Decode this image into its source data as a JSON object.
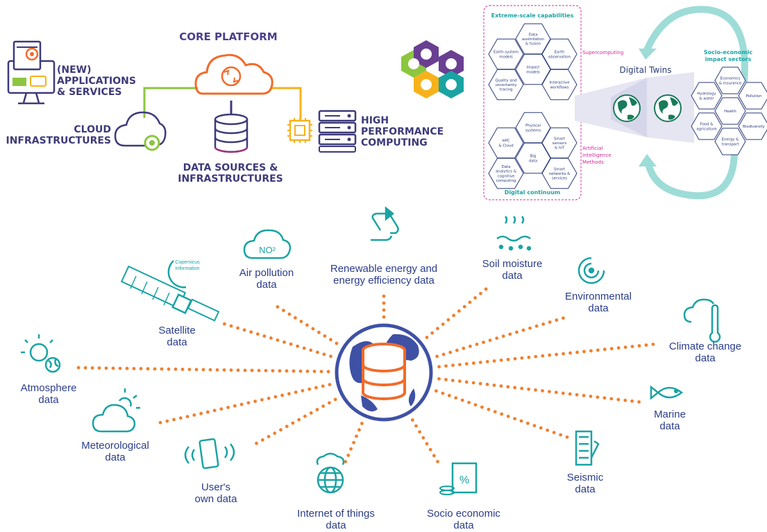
{
  "core_platform": {
    "title": "CORE PLATFORM",
    "apps_line1": "(NEW)",
    "apps_line2": "APPLICATIONS",
    "apps_line3": "& SERVICES",
    "cloud_line1": "CLOUD",
    "cloud_line2": "INFRASTRUCTURES",
    "data_line1": "DATA SOURCES &",
    "data_line2": "INFRASTRUCTURES",
    "hpc_line1": "HIGH",
    "hpc_line2": "PERFORMANCE",
    "hpc_line3": "COMPUTING"
  },
  "digital_twins": {
    "extreme_title": "Extreme-scale capabilities",
    "continuum_title": "Digital continuum",
    "supercomputing": "Supercomputing",
    "ai_line1": "Artificial",
    "ai_line2": "Intelligence",
    "ai_line3": "Methods",
    "center_title": "Digital Twins",
    "impact_line1": "Socio-economic",
    "impact_line2": "impact sectors",
    "extreme_hexes": [
      {
        "lines": [
          "Data",
          "assimilation",
          "& fusion"
        ]
      },
      {
        "lines": [
          "Earth-system",
          "models"
        ]
      },
      {
        "lines": [
          "Earth",
          "observation"
        ]
      },
      {
        "lines": [
          "Impact",
          "models"
        ]
      },
      {
        "lines": [
          "Quality and",
          "uncertainty",
          "tracing"
        ]
      },
      {
        "lines": [
          "Interactive",
          "workflows"
        ]
      }
    ],
    "continuum_hexes": [
      {
        "lines": [
          "Physical",
          "systems"
        ]
      },
      {
        "lines": [
          "HPC",
          "& Cloud"
        ]
      },
      {
        "lines": [
          "Smart",
          "sensors",
          "& IoT"
        ]
      },
      {
        "lines": [
          "Big",
          "data"
        ]
      },
      {
        "lines": [
          "Data",
          "analytics &",
          "cognitive",
          "computing"
        ]
      },
      {
        "lines": [
          "Smart",
          "networks &",
          "services"
        ]
      }
    ],
    "impact_hexes": [
      {
        "lines": [
          "Economics",
          "& insurance"
        ]
      },
      {
        "lines": [
          "Hydrology",
          "& water"
        ]
      },
      {
        "lines": [
          "Pollution"
        ]
      },
      {
        "lines": [
          "Health"
        ]
      },
      {
        "lines": [
          "Food &",
          "agriculture"
        ]
      },
      {
        "lines": [
          "Biodiversity"
        ]
      },
      {
        "lines": [
          "Energy &",
          "transport"
        ]
      }
    ]
  },
  "data_sources": {
    "copernicus_line1": "Copernicus",
    "copernicus_line2": "Information",
    "no2": "NO²",
    "percent": "%",
    "items": [
      {
        "lines": [
          "Air pollution",
          "data"
        ]
      },
      {
        "lines": [
          "Renewable energy and",
          "energy efficiency data"
        ]
      },
      {
        "lines": [
          "Soil moisture",
          "data"
        ]
      },
      {
        "lines": [
          "Environmental",
          "data"
        ]
      },
      {
        "lines": [
          "Climate change",
          "data"
        ]
      },
      {
        "lines": [
          "Marine",
          "data"
        ]
      },
      {
        "lines": [
          "Seismic",
          "data"
        ]
      },
      {
        "lines": [
          "Socio economic",
          "data"
        ]
      },
      {
        "lines": [
          "Internet of things",
          "data"
        ]
      },
      {
        "lines": [
          "User's",
          "own data"
        ]
      },
      {
        "lines": [
          "Meteorological",
          "data"
        ]
      },
      {
        "lines": [
          "Atmosphere",
          "data"
        ]
      },
      {
        "lines": [
          "Satellite",
          "data"
        ]
      }
    ]
  },
  "colors": {
    "navy": "#3d3a7a",
    "orange": "#f26b2a",
    "green": "#8cc63f",
    "teal": "#1aa3a3",
    "magenta": "#d4279a",
    "hub_blue": "#3f51a5",
    "dots": "#f07f2e"
  }
}
